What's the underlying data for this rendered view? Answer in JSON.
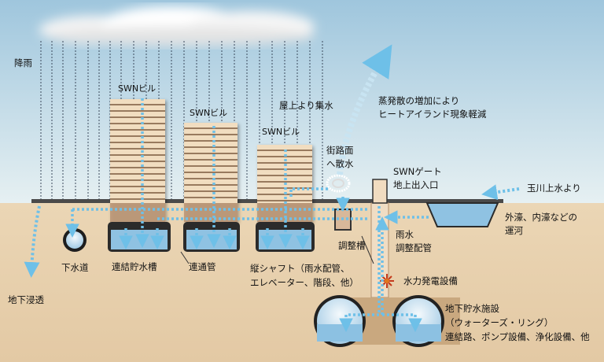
{
  "labels": {
    "rain": "降雨",
    "building_1": "SWNビル",
    "building_2": "SWNビル",
    "building_3": "SWNビル",
    "roof_collection": "屋上より集水",
    "evaporation": "蒸発散の増加により\nヒートアイランド現象軽減",
    "street_sprinkle": "街路面\nへ散水",
    "gate": "SWNゲート\n地上出入口",
    "tamagawa": "玉川上水より",
    "moat": "外濠、内濠などの\n運河",
    "rain_pipe": "雨水\n調整配管",
    "adjust_tank": "調整槽",
    "sewer": "下水道",
    "infiltration": "地下浸透",
    "storage_tank": "連結貯水槽",
    "connecting_pipe": "連通管",
    "shaft": "縦シャフト（雨水配管、\nエレベーター、階段、他）",
    "hydro": "水力発電設備",
    "underground": "地下貯水施設\n（ウォーターズ・リング）\n連結路、ポンプ設備、浄化設備、他"
  },
  "colors": {
    "sky_top": "#9fc6dd",
    "sky_bottom": "#e9f1f3",
    "ground": "#ebd7b8",
    "building": "#f1ddc0",
    "building_lines": "#7a5a3c",
    "water": "#8fc2e2",
    "flow_arrow": "#6ec0e8",
    "pipe": "#a57f60",
    "dark": "#2f2f2f"
  }
}
